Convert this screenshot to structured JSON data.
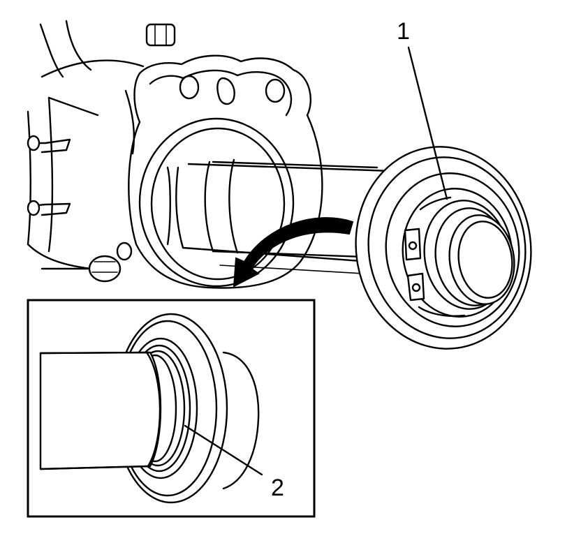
{
  "figure": {
    "callouts": [
      {
        "id": "1",
        "label": "1"
      },
      {
        "id": "2",
        "label": "2"
      }
    ],
    "colors": {
      "line": "#000000",
      "background": "#ffffff"
    }
  }
}
